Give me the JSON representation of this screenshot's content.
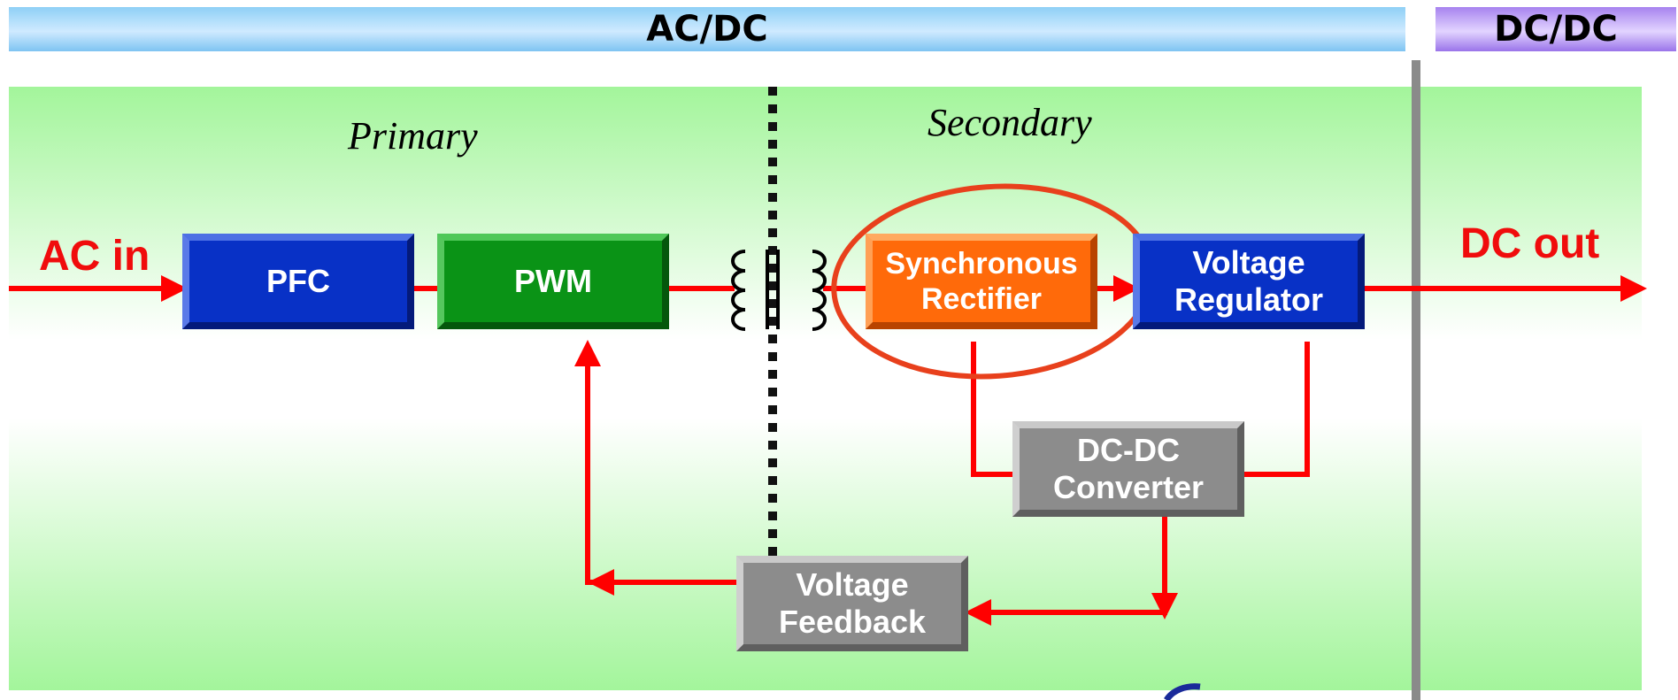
{
  "header": {
    "acdc": "AC/DC",
    "dcdc": "DC/DC"
  },
  "regions": {
    "primary": "Primary",
    "secondary": "Secondary"
  },
  "io": {
    "input": "AC in",
    "output": "DC out"
  },
  "blocks": {
    "pfc": {
      "label": "PFC"
    },
    "pwm": {
      "label": "PWM"
    },
    "sync_rect": {
      "line1": "Synchronous",
      "line2": "Rectifier"
    },
    "volt_reg": {
      "line1": "Voltage",
      "line2": "Regulator"
    },
    "dcdc_conv": {
      "line1": "DC-DC",
      "line2": "Converter"
    },
    "volt_fb": {
      "line1": "Voltage",
      "line2": "Feedback"
    }
  },
  "colors": {
    "signal": "#ff0000",
    "highlight": "#e8401c",
    "blue_block": "#0831c6",
    "green_block": "#0a9316",
    "orange_block": "#ff6a0a",
    "gray_block": "#8c8c8c"
  }
}
